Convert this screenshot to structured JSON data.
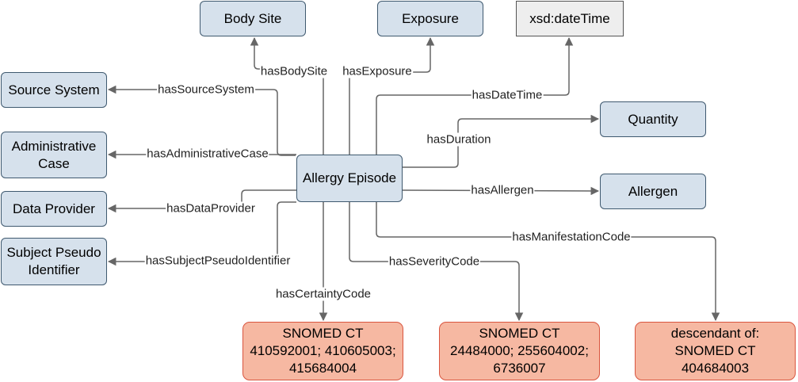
{
  "nodes": {
    "allergy_episode": "Allergy Episode",
    "body_site": "Body Site",
    "exposure": "Exposure",
    "xsd_datetime": "xsd:dateTime",
    "source_system": "Source System",
    "administrative_case": "Administrative\nCase",
    "data_provider": "Data Provider",
    "subject_pseudo_identifier": "Subject Pseudo\nIdentifier",
    "quantity": "Quantity",
    "allergen": "Allergen",
    "certainty_codes": "SNOMED CT\n410592001; 410605003;\n415684004",
    "severity_codes": "SNOMED CT\n24484000; 255604002;\n6736007",
    "manifestation_codes": "descendant of:\nSNOMED CT\n404684003"
  },
  "edges": {
    "has_body_site": "hasBodySite",
    "has_exposure": "hasExposure",
    "has_date_time": "hasDateTime",
    "has_source_system": "hasSourceSystem",
    "has_administrative_case": "hasAdministrativeCase",
    "has_data_provider": "hasDataProvider",
    "has_subject_pseudo_identifier": "hasSubjectPseudoIdentifier",
    "has_duration": "hasDuration",
    "has_allergen": "hasAllergen",
    "has_manifestation_code": "hasManifestationCode",
    "has_severity_code": "hasSeverityCode",
    "has_certainty_code": "hasCertaintyCode"
  },
  "colors": {
    "class_fill": "#d6e1ec",
    "class_stroke": "#3f596f",
    "datatype_fill": "#eeeeee",
    "snomed_fill": "#f6b8a2",
    "snomed_stroke": "#d9553f",
    "edge": "#666666"
  }
}
